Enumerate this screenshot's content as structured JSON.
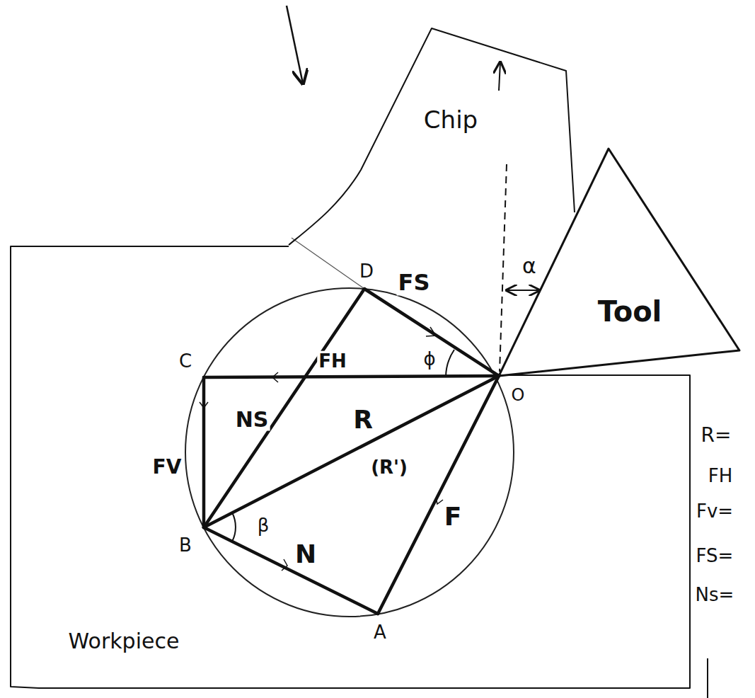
{
  "diagram": {
    "nodes": [
      {
        "text": [
          "Chip"
        ]
      },
      {
        "text": [
          "Tool"
        ]
      },
      {
        "text": [
          "Workpiece"
        ]
      }
    ],
    "labels": [
      "D",
      "FS",
      "C",
      "FH",
      "ϕ",
      "O",
      "α",
      "FV",
      "NS",
      "R",
      "(R')",
      "B",
      "β",
      "N",
      "F",
      "A",
      "R=",
      "FH",
      "Fv=",
      "FS=",
      "Ns="
    ]
  }
}
